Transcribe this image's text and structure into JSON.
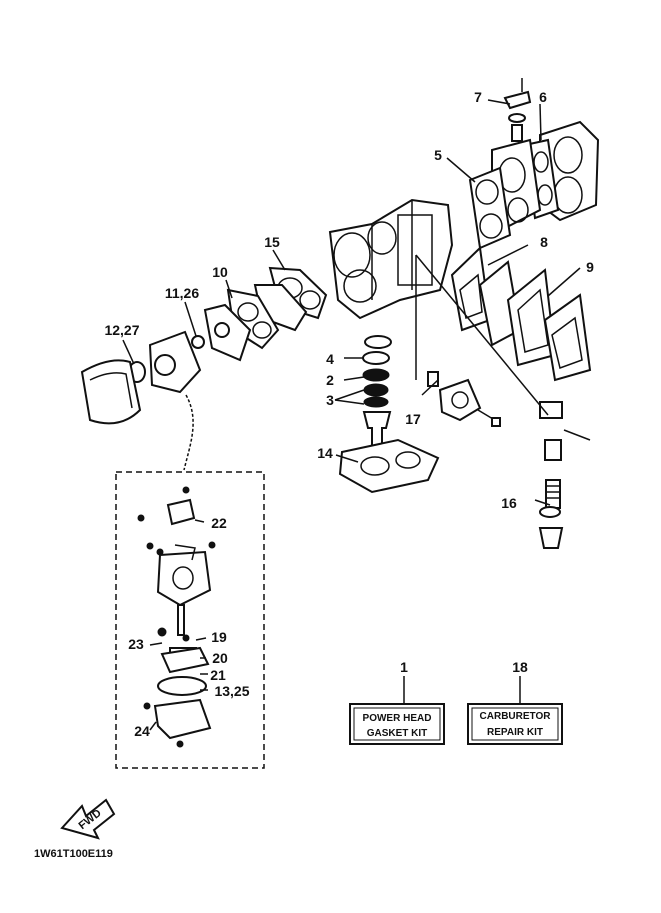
{
  "callouts": {
    "c1": "1",
    "c2": "2",
    "c3": "3",
    "c4": "4",
    "c5": "5",
    "c6": "6",
    "c7": "7",
    "c8": "8",
    "c9": "9",
    "c10": "10",
    "c11_26": "11,26",
    "c12_27": "12,27",
    "c13_25": "13,25",
    "c14": "14",
    "c15": "15",
    "c16": "16",
    "c17": "17",
    "c18": "18",
    "c19": "19",
    "c20": "20",
    "c21": "21",
    "c22": "22",
    "c23": "23",
    "c24": "24"
  },
  "kits": {
    "power_head_line1": "POWER HEAD",
    "power_head_line2": "GASKET KIT",
    "carburetor_line1": "CARBURETOR",
    "carburetor_line2": "REPAIR KIT"
  },
  "direction_label": "FWD",
  "drawing_code": "1W61T100E119"
}
